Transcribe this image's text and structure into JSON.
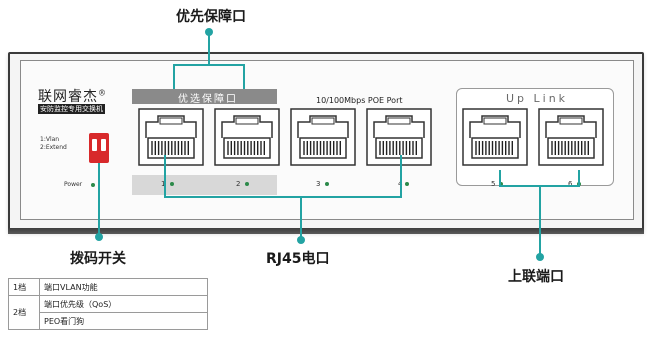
{
  "callouts": {
    "priority_port": "优先保障口",
    "dip_switch": "拨码开关",
    "rj45": "RJ45电口",
    "uplink_ports": "上联端口"
  },
  "brand": {
    "name": "联网睿杰",
    "registered": "®",
    "subtitle": "安防监控专用交换机"
  },
  "dip": {
    "line1": "1:Vlan",
    "line2": "2:Extend"
  },
  "power_label": "Power",
  "priority_bar_label": "优选保障口",
  "poe_title": "10/100Mbps  POE Port",
  "uplink_title": "Up  Link",
  "ports": [
    {
      "num": "1"
    },
    {
      "num": "2"
    },
    {
      "num": "3"
    },
    {
      "num": "4"
    },
    {
      "num": "5"
    },
    {
      "num": "6"
    }
  ],
  "table": {
    "rows": [
      {
        "gear": "1档",
        "function": "端口VLAN功能"
      },
      {
        "gear": "2档",
        "function": "端口优先级（QoS）"
      },
      {
        "gear": "",
        "function": "PEO看门狗"
      }
    ]
  },
  "colors": {
    "accent": "#23a3a3",
    "dip_switch": "#d8292b"
  }
}
